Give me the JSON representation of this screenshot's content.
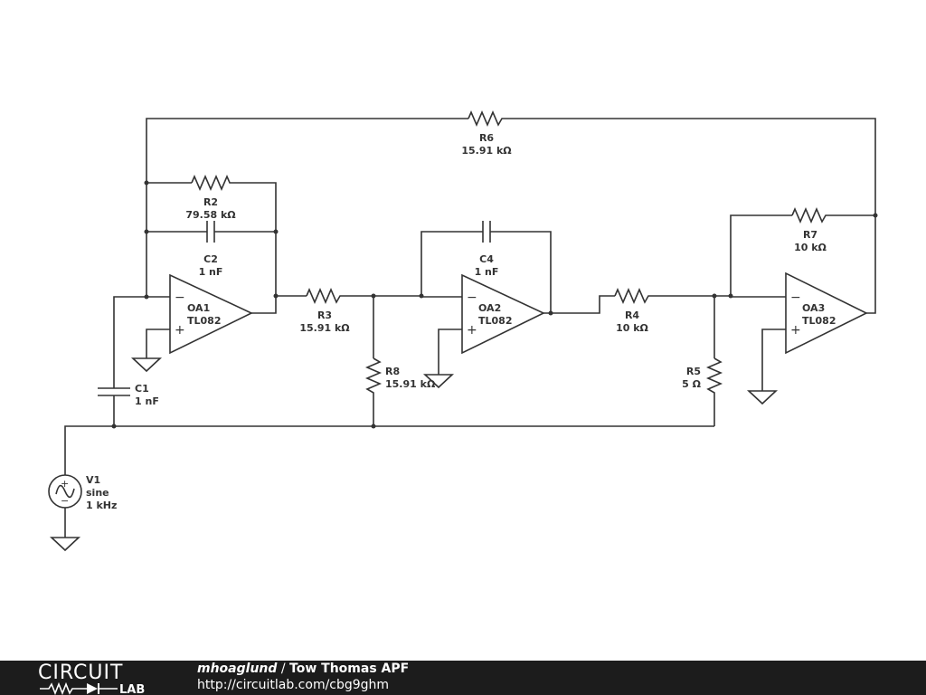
{
  "components": {
    "R6": {
      "name": "R6",
      "value": "15.91 kΩ"
    },
    "R2": {
      "name": "R2",
      "value": "79.58 kΩ"
    },
    "C2": {
      "name": "C2",
      "value": "1 nF"
    },
    "C4": {
      "name": "C4",
      "value": "1 nF"
    },
    "R7": {
      "name": "R7",
      "value": "10 kΩ"
    },
    "OA1": {
      "name": "OA1",
      "part": "TL082"
    },
    "OA2": {
      "name": "OA2",
      "part": "TL082"
    },
    "OA3": {
      "name": "OA3",
      "part": "TL082"
    },
    "R3": {
      "name": "R3",
      "value": "15.91 kΩ"
    },
    "R4": {
      "name": "R4",
      "value": "10 kΩ"
    },
    "R8": {
      "name": "R8",
      "value": "15.91 kΩ"
    },
    "R5": {
      "name": "R5",
      "value": "5 Ω"
    },
    "C1": {
      "name": "C1",
      "value": "1 nF"
    },
    "V1": {
      "name": "V1",
      "type": "sine",
      "freq": "1 kHz"
    }
  },
  "opamp_pins": {
    "minus": "−",
    "plus": "+"
  },
  "source_pins": {
    "plus": "+",
    "minus": "−"
  },
  "footer": {
    "logo_top": "CIRCUIT",
    "logo_bottom": "LAB",
    "author": "mhoaglund",
    "separator": " / ",
    "title": "Tow Thomas APF",
    "url": "http://circuitlab.com/cbg9ghm"
  }
}
